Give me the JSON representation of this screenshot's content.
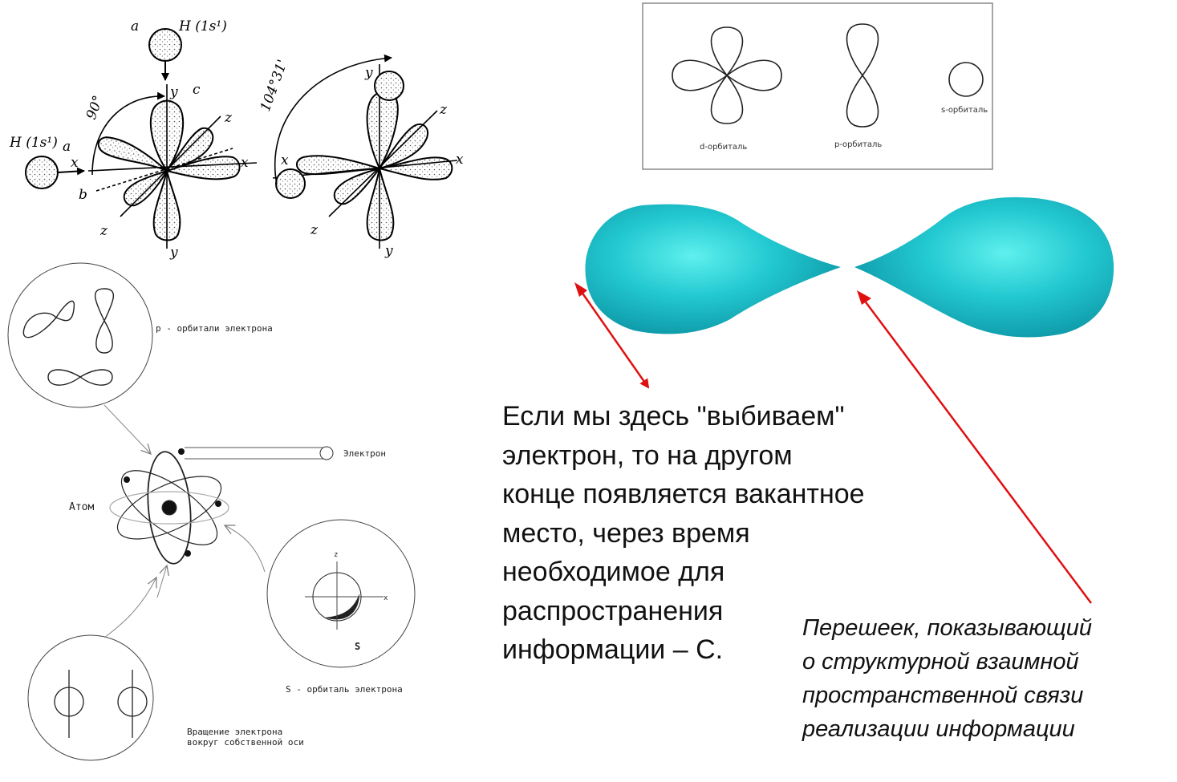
{
  "water_diagram": {
    "h_top_label": "H (1s¹)",
    "h_left_label": "H (1s¹)",
    "label_a": "a",
    "label_b": "b",
    "label_c": "c",
    "axis_x": "x",
    "axis_y": "y",
    "axis_z": "z",
    "angle_90": "90°",
    "angle_104": "104°31'"
  },
  "orbital_shapes_box": {
    "d_label": "d-орбиталь",
    "p_label": "p-орбиталь",
    "s_label": "s-орбиталь"
  },
  "atom_diagram": {
    "p_orbitals_label": "p - орбитали электрона",
    "electron_label": "Электрон",
    "atom_label": "Атом",
    "s_orbital_label": "S - орбиталь электрона",
    "s_symbol": "S",
    "z_symbol": "z",
    "x_symbol": "x",
    "spin_label_line1": "Вращение электрона",
    "spin_label_line2": "вокруг собственной оси"
  },
  "main_text": {
    "line1": "Если мы здесь \"выбиваем\"",
    "line2": "электрон, то на другом",
    "line3": "конце появляется вакантное",
    "line4": "место, через время",
    "line5": "необходимое для",
    "line6": "распространения",
    "line7": "информации – С."
  },
  "isthmus_text": {
    "line1": "Перешеек, показывающий",
    "line2": "о структурной  взаимной",
    "line3": "пространственной связи",
    "line4": "реализации информации"
  },
  "colors": {
    "lobe": "#22c8d0",
    "lobe_dark": "#0a8fa0",
    "arrow": "#e01010"
  }
}
